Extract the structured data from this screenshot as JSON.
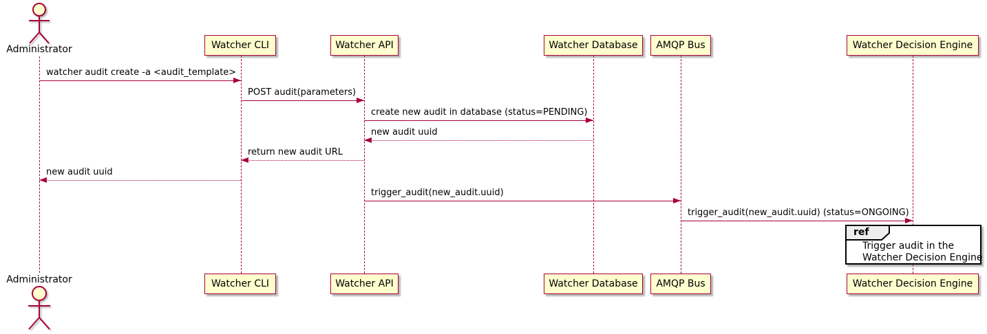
{
  "colors": {
    "participant_fill": "#FEFECE",
    "participant_border": "#A80036",
    "arrow": "#A80036",
    "lifeline": "#A80036",
    "text": "#000000",
    "ref_border": "#000000",
    "ref_fill": "#FFFFFF",
    "ref_label_fill": "#EEEEEE",
    "background": "#FFFFFF"
  },
  "actor": {
    "name": "Administrator"
  },
  "participants": [
    {
      "name": "Watcher CLI"
    },
    {
      "name": "Watcher API"
    },
    {
      "name": "Watcher Database"
    },
    {
      "name": "AMQP Bus"
    },
    {
      "name": "Watcher Decision Engine"
    }
  ],
  "messages": [
    {
      "label": "watcher audit create -a <audit_template>",
      "from": "Administrator",
      "to": "Watcher CLI",
      "line": "solid"
    },
    {
      "label": "POST audit(parameters)",
      "from": "Watcher CLI",
      "to": "Watcher API",
      "line": "solid"
    },
    {
      "label": "create new audit in database (status=PENDING)",
      "from": "Watcher API",
      "to": "Watcher Database",
      "line": "solid"
    },
    {
      "label": "new audit uuid",
      "from": "Watcher Database",
      "to": "Watcher API",
      "line": "dotted"
    },
    {
      "label": "return new audit URL",
      "from": "Watcher API",
      "to": "Watcher CLI",
      "line": "dotted"
    },
    {
      "label": "new audit uuid",
      "from": "Watcher CLI",
      "to": "Administrator",
      "line": "dotted"
    },
    {
      "label": "trigger_audit(new_audit.uuid)",
      "from": "Watcher API",
      "to": "AMQP Bus",
      "line": "solid"
    },
    {
      "label": "trigger_audit(new_audit.uuid) (status=ONGOING)",
      "from": "AMQP Bus",
      "to": "Watcher Decision Engine",
      "line": "solid"
    }
  ],
  "ref": {
    "keyword": "ref",
    "lines": [
      "Trigger audit in the",
      "Watcher Decision Engine"
    ]
  }
}
